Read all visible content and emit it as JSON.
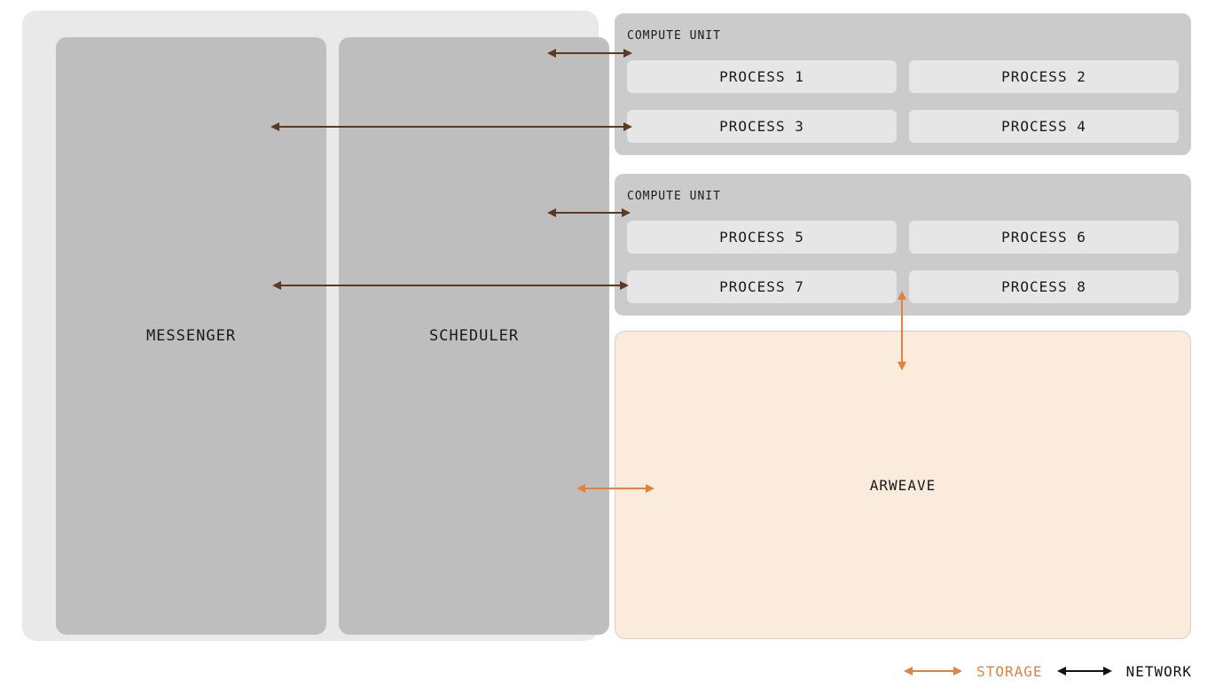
{
  "colors": {
    "outer-bg": "#e9e9e9",
    "panel-bg": "#bebebe",
    "unit-bg": "#cbcbcb",
    "process-bg": "#e6e6e6",
    "arweave-bg": "#faebdc",
    "network-arrow": "#5a3a20",
    "storage-arrow": "#e2823d",
    "legend-network-arrow": "#111111",
    "text": "#1a1a1a"
  },
  "left_system": {
    "panels": [
      {
        "label": "MESSENGER"
      },
      {
        "label": "SCHEDULER"
      }
    ]
  },
  "compute_units": [
    {
      "label": "COMPUTE UNIT",
      "processes": [
        "PROCESS 1",
        "PROCESS 2",
        "PROCESS 3",
        "PROCESS 4"
      ]
    },
    {
      "label": "COMPUTE UNIT",
      "processes": [
        "PROCESS 5",
        "PROCESS 6",
        "PROCESS 7",
        "PROCESS 8"
      ]
    }
  ],
  "storage": {
    "label": "ARWEAVE"
  },
  "legend": {
    "storage_label": "STORAGE",
    "network_label": "NETWORK"
  }
}
